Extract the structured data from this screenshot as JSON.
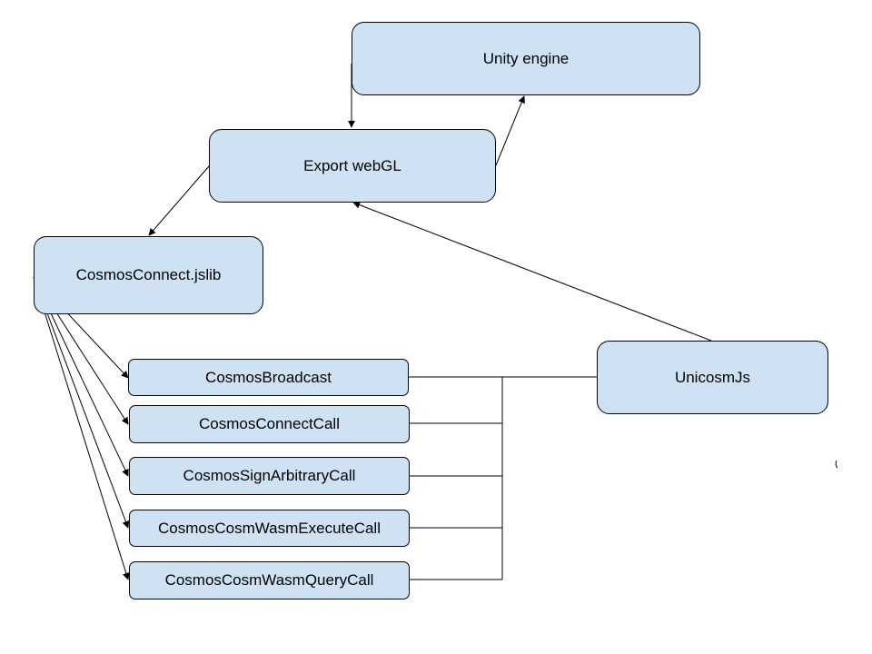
{
  "nodes": {
    "unity_engine": "Unity engine",
    "export_webgl": "Export webGL",
    "cosmos_connect_jslib": "CosmosConnect.jslib",
    "unicosm_js": "UnicosmJs",
    "cosmos_broadcast": "CosmosBroadcast",
    "cosmos_connect_call": "CosmosConnectCall",
    "cosmos_sign_arbitrary_call": "CosmosSignArbitraryCall",
    "cosmos_cosm_wasm_execute_call": "CosmosCosmWasmExecuteCall",
    "cosmos_cosm_wasm_query_call": "CosmosCosmWasmQueryCall"
  },
  "edges": [
    {
      "from": "unity_engine",
      "to": "export_webgl"
    },
    {
      "from": "export_webgl",
      "to": "unity_engine"
    },
    {
      "from": "export_webgl",
      "to": "cosmos_connect_jslib"
    },
    {
      "from": "unicosm_js",
      "to": "export_webgl"
    },
    {
      "from": "cosmos_connect_jslib",
      "to": "cosmos_broadcast"
    },
    {
      "from": "cosmos_connect_jslib",
      "to": "cosmos_connect_call"
    },
    {
      "from": "cosmos_connect_jslib",
      "to": "cosmos_sign_arbitrary_call"
    },
    {
      "from": "cosmos_connect_jslib",
      "to": "cosmos_cosm_wasm_execute_call"
    },
    {
      "from": "cosmos_connect_jslib",
      "to": "cosmos_cosm_wasm_query_call"
    },
    {
      "from": "unicosm_js",
      "to": "cosmos_broadcast",
      "style": "bus"
    },
    {
      "from": "unicosm_js",
      "to": "cosmos_connect_call",
      "style": "bus"
    },
    {
      "from": "unicosm_js",
      "to": "cosmos_sign_arbitrary_call",
      "style": "bus"
    },
    {
      "from": "unicosm_js",
      "to": "cosmos_cosm_wasm_execute_call",
      "style": "bus"
    },
    {
      "from": "unicosm_js",
      "to": "cosmos_cosm_wasm_query_call",
      "style": "bus"
    }
  ],
  "colors": {
    "node_fill": "#cfe2f3",
    "stroke": "#000000"
  }
}
